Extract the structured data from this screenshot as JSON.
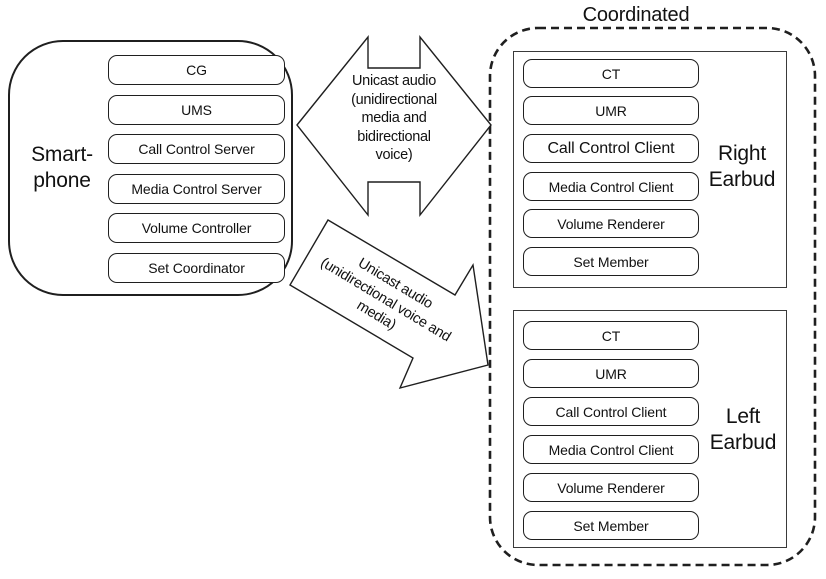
{
  "colors": {
    "background": "#ffffff",
    "line": "#1f1f1f",
    "panel_line": "#3a3a3a",
    "text": "#111111"
  },
  "coordinated": {
    "title": "Coordinated"
  },
  "smartphone": {
    "label": "Smart-\nphone",
    "boxes": [
      "CG",
      "UMS",
      "Call Control Server",
      "Media Control Server",
      "Volume Controller",
      "Set Coordinator"
    ]
  },
  "right_earbud": {
    "label": "Right\nEarbud",
    "boxes": [
      "CT",
      "UMR",
      "Call Control Client",
      "Media Control Client",
      "Volume Renderer",
      "Set Member"
    ]
  },
  "left_earbud": {
    "label": "Left\nEarbud",
    "boxes": [
      "CT",
      "UMR",
      "Call Control Client",
      "Media Control Client",
      "Volume Renderer",
      "Set Member"
    ]
  },
  "arrows": {
    "bidirectional": {
      "label": "Unicast audio\n(unidirectional\nmedia and\nbidirectional\nvoice)"
    },
    "unidirectional": {
      "label": "Unicast audio\n(unidirectional voice and\nmedia)"
    }
  }
}
